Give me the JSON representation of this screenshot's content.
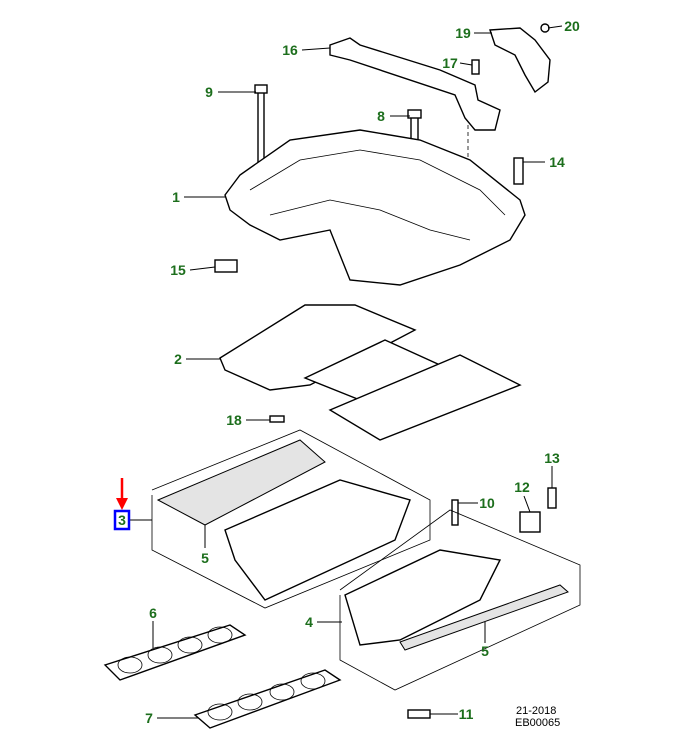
{
  "diagram": {
    "callouts": [
      {
        "id": "16",
        "label": "16"
      },
      {
        "id": "19",
        "label": "19"
      },
      {
        "id": "20",
        "label": "20"
      },
      {
        "id": "17",
        "label": "17"
      },
      {
        "id": "9",
        "label": "9"
      },
      {
        "id": "8",
        "label": "8"
      },
      {
        "id": "14",
        "label": "14"
      },
      {
        "id": "1",
        "label": "1"
      },
      {
        "id": "15",
        "label": "15"
      },
      {
        "id": "2",
        "label": "2"
      },
      {
        "id": "18",
        "label": "18"
      },
      {
        "id": "3",
        "label": "3"
      },
      {
        "id": "5a",
        "label": "5"
      },
      {
        "id": "10",
        "label": "10"
      },
      {
        "id": "12",
        "label": "12"
      },
      {
        "id": "13",
        "label": "13"
      },
      {
        "id": "6",
        "label": "6"
      },
      {
        "id": "4",
        "label": "4"
      },
      {
        "id": "5b",
        "label": "5"
      },
      {
        "id": "7",
        "label": "7"
      },
      {
        "id": "11",
        "label": "11"
      }
    ],
    "highlighted_callout": "3",
    "highlight_color": "#0000ff",
    "arrow_color": "#ff0000",
    "label_color": "#1c6e1c",
    "footer": {
      "date": "21-2018",
      "code": "EB00065"
    }
  }
}
